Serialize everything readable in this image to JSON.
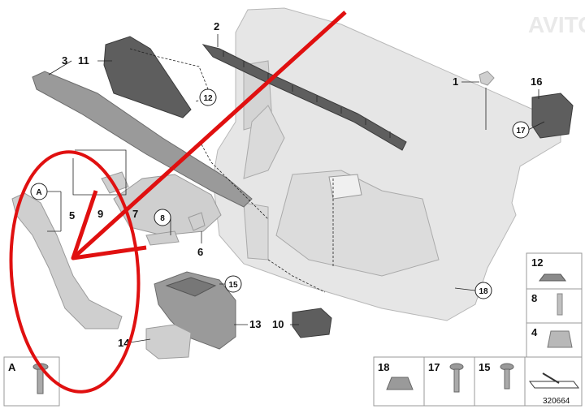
{
  "diagram": {
    "reference_number": "320664",
    "watermark": "AVITO",
    "callouts": {
      "c1": "1",
      "c2": "2",
      "c3": "3",
      "c5": "5",
      "c6": "6",
      "c7": "7",
      "c8": "8",
      "c9": "9",
      "c10": "10",
      "c11": "11",
      "c12": "12",
      "c13": "13",
      "c14": "14",
      "c15": "15",
      "c16": "16",
      "c17": "17",
      "c18": "18",
      "cA": "A"
    },
    "legend": {
      "right_column": [
        "12",
        "8",
        "4"
      ],
      "bottom_row": [
        "18",
        "17",
        "15"
      ],
      "left_box": "A"
    },
    "annotation_color": "#e01010"
  }
}
